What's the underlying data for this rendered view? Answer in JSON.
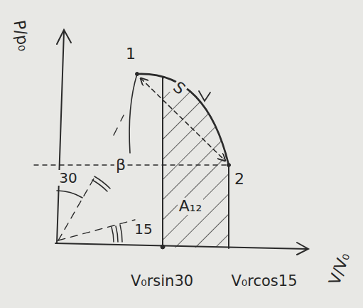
{
  "diagram": {
    "labels": [
      "P/p₀",
      "1",
      "S",
      "2",
      "30",
      "β",
      "15",
      "A₁₂",
      "V₀rsin30",
      "V₀rcos15",
      "V/V₀"
    ]
  }
}
